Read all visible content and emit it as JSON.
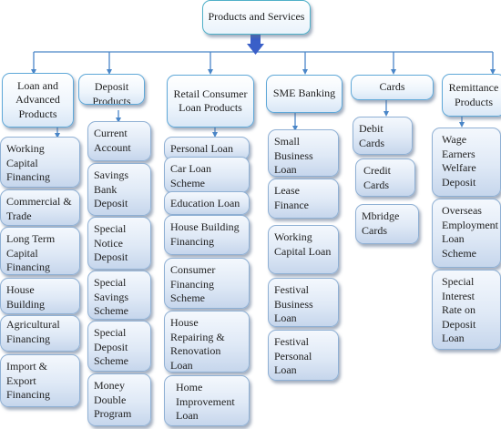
{
  "title": "Products and Services",
  "categories": [
    {
      "label": "Loan and Advanced Products",
      "items": [
        "Working Capital Financing",
        "Commercial & Trade",
        "Long Term Capital Financing",
        "House Building",
        "Agricultural Financing",
        "Import & Export Financing"
      ]
    },
    {
      "label": "Deposit Products",
      "items": [
        "Current Account",
        "Savings Bank Deposit",
        "Special Notice Deposit",
        "Special Savings Scheme",
        "Special Deposit Scheme",
        "Money Double Program"
      ]
    },
    {
      "label": "Retail Consumer Loan Products",
      "items": [
        "Personal Loan",
        "Car Loan Scheme",
        "Education Loan",
        "House Building Financing",
        "Consumer Financing Scheme",
        "House Repairing & Renovation Loan",
        "Home Improvement Loan"
      ]
    },
    {
      "label": "SME Banking",
      "items": [
        "Small Business Loan",
        "Lease Finance",
        "Working Capital Loan",
        "Festival Business Loan",
        "Festival Personal Loan"
      ]
    },
    {
      "label": "Cards",
      "items": [
        "Debit Cards",
        "Credit Cards",
        "Mbridge Cards"
      ]
    },
    {
      "label": "Remittance Products",
      "items": [
        "Wage Earners Welfare Deposit",
        "Overseas Employment Loan Scheme",
        "Special Interest Rate on Deposit Loan"
      ]
    }
  ],
  "colors": {
    "connector": "#4a86c8",
    "arrow": "#3a5fc8"
  }
}
